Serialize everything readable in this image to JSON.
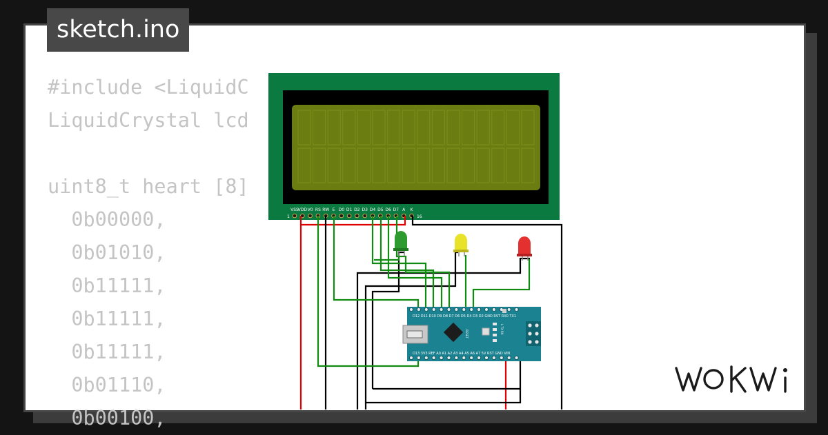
{
  "editor": {
    "filename": "sketch.ino",
    "code_lines": [
      "#include <LiquidC",
      "LiquidCrystal lcd",
      "",
      "uint8_t heart [8]",
      "  0b00000,",
      "  0b01010,",
      "  0b11111,",
      "  0b11111,",
      "  0b11111,",
      "  0b01110,",
      "  0b00100,"
    ]
  },
  "lcd": {
    "pin_labels": [
      "VSS",
      "VDD",
      "V0",
      "RS",
      "RW",
      "E",
      "D0",
      "D1",
      "D2",
      "D3",
      "D4",
      "D5",
      "D6",
      "D7",
      "A",
      "K"
    ],
    "pin_first": "1",
    "pin_last": "16",
    "board_color": "#0b7a40",
    "screen_color": "#6b7d10"
  },
  "leds": [
    {
      "name": "green-led",
      "color": "#2e9b2e"
    },
    {
      "name": "yellow-led",
      "color": "#e8e22a"
    },
    {
      "name": "red-led",
      "color": "#e53030"
    }
  ],
  "arduino": {
    "model": "Arduino Nano",
    "color": "#1a8291",
    "top_pins": "D12 D11 D10 D9 D8 D7 D6 D5 D4 D3 D2 GND RST RX0 TX1",
    "bottom_pins": "D13 3V3 REF A0 A1 A2 A3 A4 A5 A6 A7 5V RST GND VIN",
    "reset_label": "RESET",
    "leds_label": "L TX RX"
  },
  "brand": {
    "logo_text": "WOKWi"
  },
  "wire_colors": {
    "power": "#e00000",
    "ground": "#000000",
    "signal": "#108a10"
  }
}
